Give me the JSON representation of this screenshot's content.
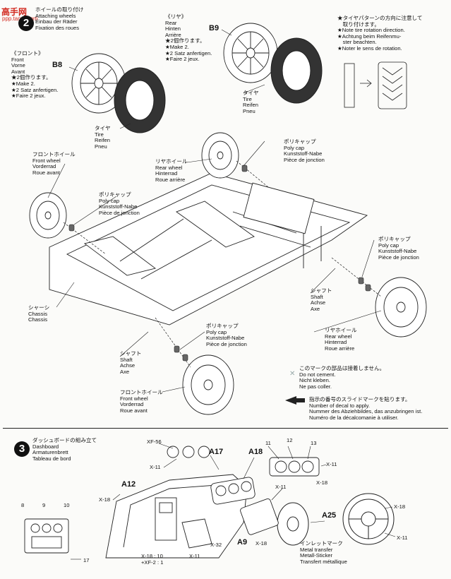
{
  "watermark": {
    "logo_text": "高手网",
    "url_text": "ppp.tanm.com"
  },
  "step2": {
    "title_jp": "ホイールの取り付け",
    "title_en": "Attaching wheels",
    "title_de": "Einbau der Räder",
    "title_fr": "Fixation des roues"
  },
  "front_label": {
    "jp": "《フロント》",
    "en": "Front",
    "de": "Vorne",
    "fr": "Avant",
    "part": "B8",
    "make": [
      "★2個作ります。",
      "★Make 2.",
      "★2 Satz anfertigen.",
      "★Faire 2 jeux."
    ]
  },
  "rear_label": {
    "jp": "《リヤ》",
    "en": "Rear",
    "de": "Hinten",
    "fr": "Arrière",
    "part": "B9",
    "make": [
      "★2個作ります。",
      "★Make 2.",
      "★2 Satz anfertigen.",
      "★Faire 2 jeux."
    ]
  },
  "tire_note": [
    "★タイヤパターンの方向に注意して",
    "　取り付けます。",
    "★Note tire rotation direction.",
    "★Achtung beim Reifenmu-",
    "　ster beachten.",
    "★Noter le sens de rotation."
  ],
  "tire_a": [
    "タイヤ",
    "Tire",
    "Reifen",
    "Pneu"
  ],
  "tire_b": [
    "タイヤ",
    "Tire",
    "Reifen",
    "Pneu"
  ],
  "front_wheel_1": [
    "フロントホイール",
    "Front wheel",
    "Vorderrad",
    "Roue avant"
  ],
  "front_wheel_2": [
    "フロントホイール",
    "Front wheel",
    "Vorderrad",
    "Roue avant"
  ],
  "rear_wheel_1": [
    "リヤホイール",
    "Rear wheel",
    "Hinterrad",
    "Roue arrière"
  ],
  "rear_wheel_2": [
    "リヤホイール",
    "Rear wheel",
    "Hinterrad",
    "Roue arrière"
  ],
  "polycap_1": [
    "ポリキャップ",
    "Poly cap",
    "Kunststoff-Nabe",
    "Pièce de jonction"
  ],
  "polycap_2": [
    "ポリキャップ",
    "Poly cap",
    "Kunststoff-Nabe",
    "Pièce de jonction"
  ],
  "polycap_3": [
    "ポリキャップ",
    "Poly cap",
    "Kunststoff-Nabe",
    "Pièce de jonction"
  ],
  "polycap_4": [
    "ポリキャップ",
    "Poly cap",
    "Kunststoff-Nabe",
    "Pièce de jonction"
  ],
  "shaft_1": [
    "シャフト",
    "Shaft",
    "Achse",
    "Axe"
  ],
  "shaft_2": [
    "シャフト",
    "Shaft",
    "Achse",
    "Axe"
  ],
  "chassis": [
    "シャーシ",
    "Chassis",
    "Chassis"
  ],
  "cement_note": [
    "このマークの部品は接着しません。",
    "Do not cement.",
    "Nicht kleben.",
    "Ne pas coller."
  ],
  "decal_note": [
    "指示の番号のスライドマークを貼ります。",
    "Number of decal to apply.",
    "Nummer des Abziehbildes, das anzubringen ist.",
    "Numéro de la décalcomanie à utiliser."
  ],
  "step3": {
    "number": "3",
    "title_jp": "ダッシュボードの組み立て",
    "title_en": "Dashboard",
    "title_de": "Armaturenbrett",
    "title_fr": "Tableau de bord"
  },
  "step3_parts": {
    "xf56": "XF-56",
    "x11_a": "X-11",
    "a17": "A17",
    "a18": "A18",
    "n11": "11",
    "n12": "12",
    "n13": "13",
    "x11_b": "X-11",
    "x18_a": "X-18",
    "a12": "A12",
    "x18_b": "X-18",
    "x11_c": "X-11",
    "n8": "8",
    "n9": "9",
    "n10": "10",
    "n17": "17",
    "x18_10": "X-18 : 10",
    "xf2": "+XF-2 : 1",
    "x11_d": "X-11",
    "x32": "X-32",
    "a9": "A9",
    "x18_c": "X-18",
    "a25": "A25",
    "x18_d": "X-18",
    "x11_e": "X-11"
  },
  "metal_transfer": [
    "インレットマーク",
    "Metal transfer",
    "Metall-Sticker",
    "Transfert métallique"
  ]
}
